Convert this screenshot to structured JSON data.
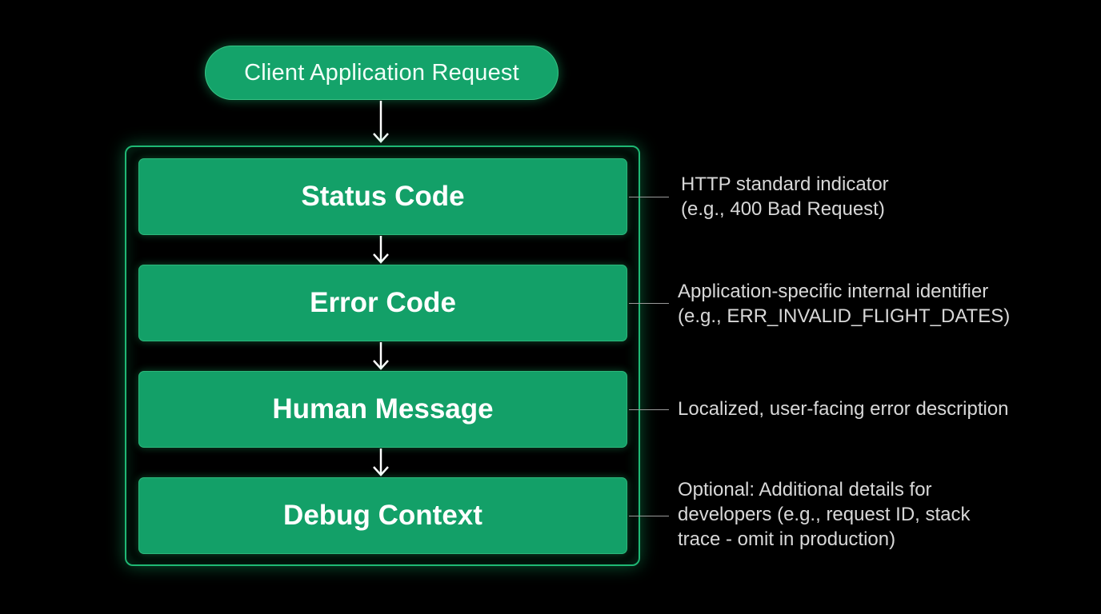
{
  "request": {
    "label": "Client Application Request"
  },
  "blocks": [
    {
      "title": "Status Code",
      "annotation": [
        "HTTP standard indicator",
        "(e.g., 400 Bad Request)"
      ]
    },
    {
      "title": "Error Code",
      "annotation": [
        "Application-specific internal identifier",
        "(e.g., ERR_INVALID_FLIGHT_DATES)"
      ]
    },
    {
      "title": "Human Message",
      "annotation": [
        "Localized, user-facing error description"
      ]
    },
    {
      "title": "Debug Context",
      "annotation": [
        "Optional: Additional details for",
        "developers (e.g., request ID, stack",
        "trace - omit in production)"
      ]
    }
  ],
  "colors": {
    "background": "#000000",
    "block_fill": "#13a068",
    "border_glow": "#1fb874",
    "annotation_text": "#d8d8d8",
    "connector_line": "#9a9a9a"
  }
}
